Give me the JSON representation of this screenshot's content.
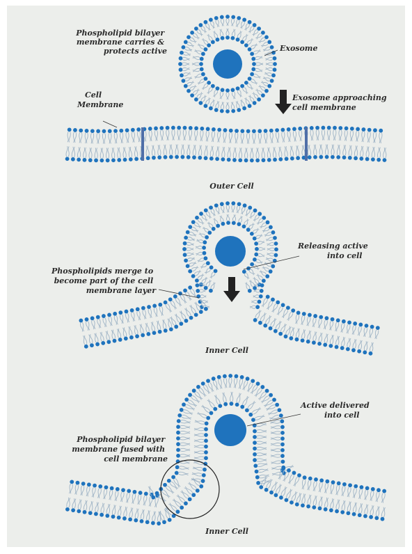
{
  "panel1": {
    "label_bilayer": [
      "Phospholipid bilayer",
      "membrane carries &",
      "protects active"
    ],
    "label_exosome": "Exosome",
    "label_approach": [
      "Exosome approaching",
      "cell membrane"
    ],
    "label_cell_membrane": [
      "Cell",
      "Membrane"
    ],
    "label_outer": "Outer Cell"
  },
  "panel2": {
    "label_releasing": [
      "Releasing active",
      "into cell"
    ],
    "label_merge": [
      "Phospholipids merge to",
      "become part of the cell",
      "membrane layer"
    ],
    "label_inner": "Inner Cell"
  },
  "panel3": {
    "label_delivered": [
      "Active delivered",
      "into cell"
    ],
    "label_fused": [
      "Phospholipid bilayer",
      "membrane fused with",
      "cell membrane"
    ],
    "label_inner": "Inner Cell"
  },
  "colors": {
    "background": "#eceeeb",
    "head": "#1f73bd",
    "tail": "#9fb4c6",
    "core": "#1f73bd",
    "protein": "#4f6fa8",
    "text": "#2b2b2b"
  }
}
